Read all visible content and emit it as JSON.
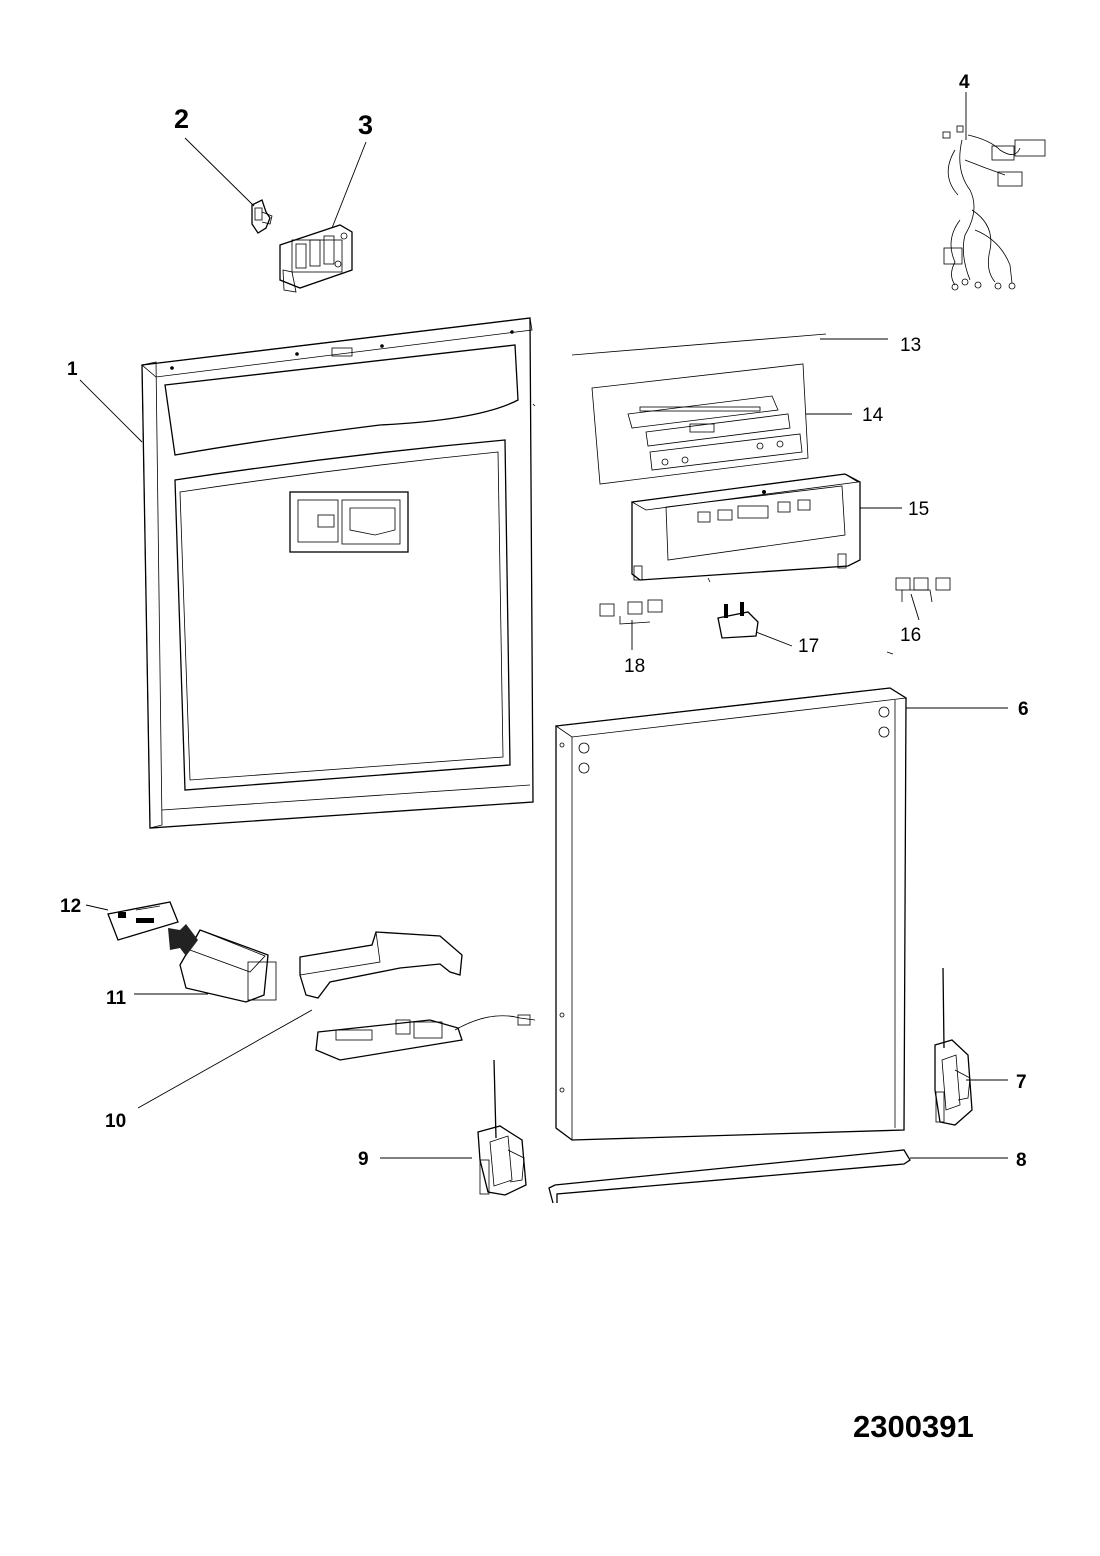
{
  "callouts": [
    "1",
    "2",
    "3",
    "4",
    "6",
    "7",
    "8",
    "9",
    "10",
    "11",
    "12",
    "13",
    "14",
    "15",
    "16",
    "17",
    "18"
  ],
  "drawing_code": "2300391"
}
